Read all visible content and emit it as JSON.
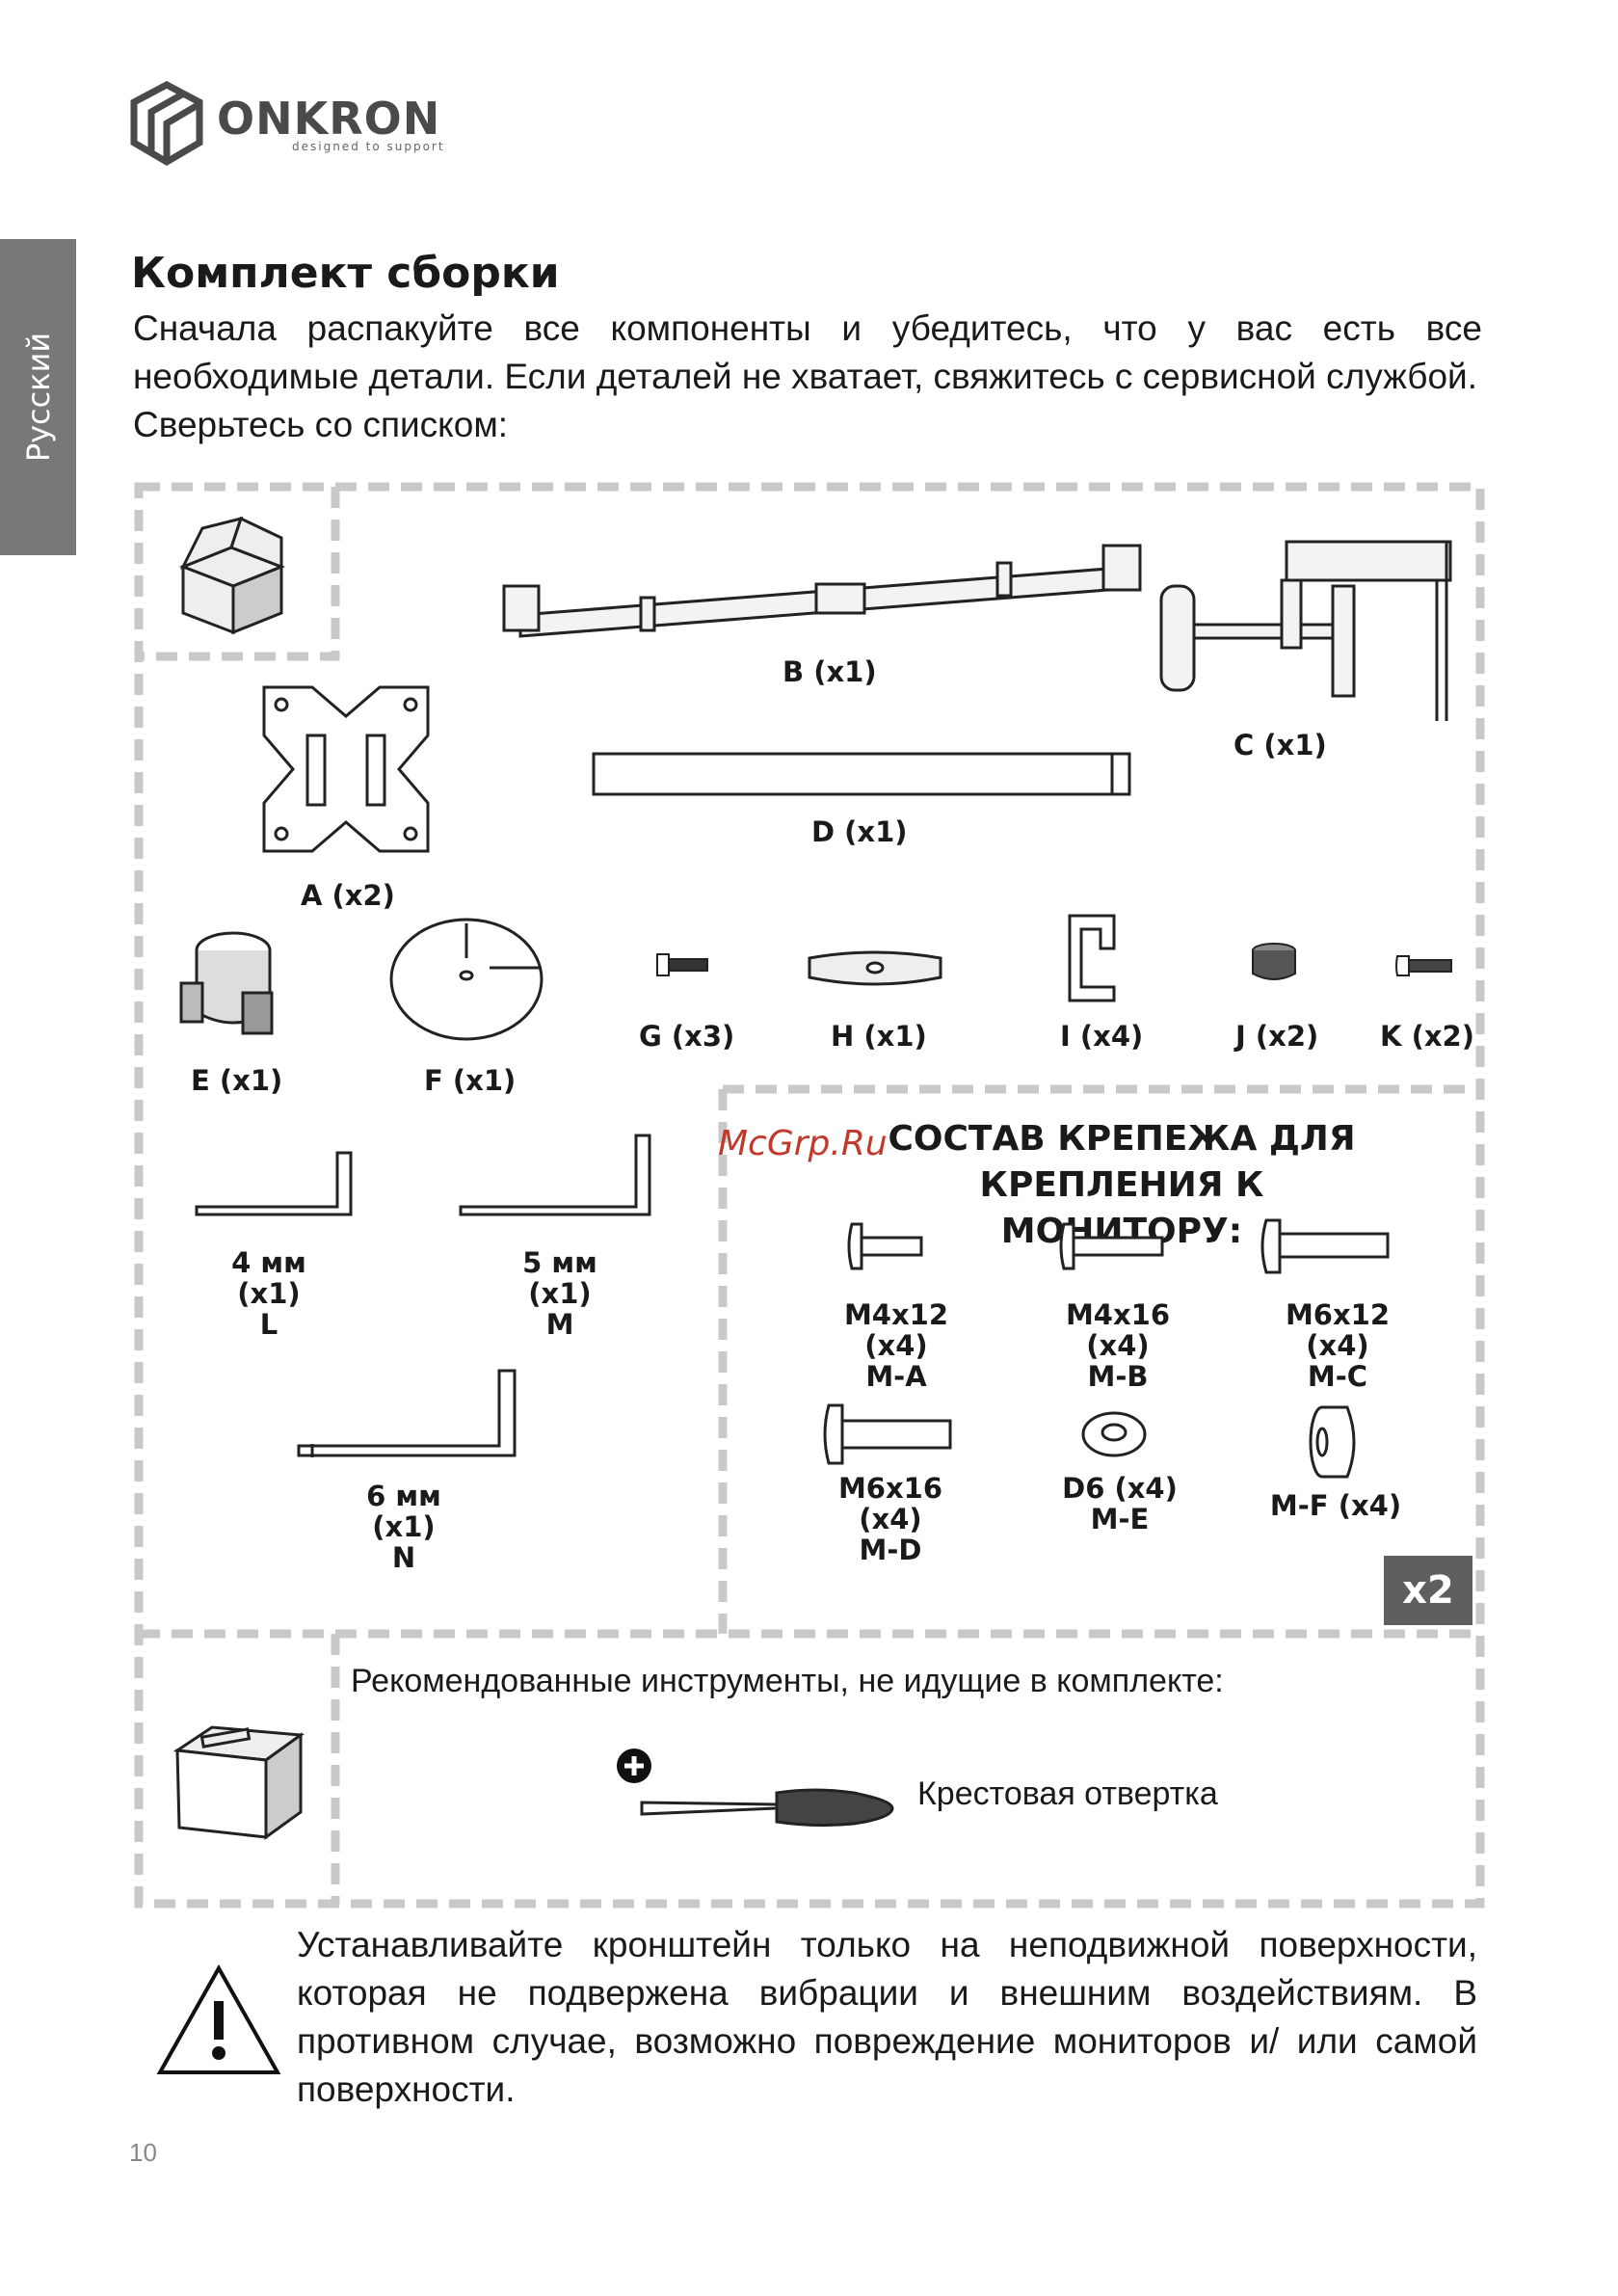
{
  "brand": {
    "name": "ONKRON",
    "tagline": "designed to support"
  },
  "language_tab": "Русский",
  "section_title": "Комплект сборки",
  "intro_text": "Сначала распакуйте все компоненты и убедитесь, что у вас есть все необходимые детали. Если деталей не хватает, свяжитесь с сервисной службой.",
  "intro_last_line": "Сверьтесь со списком:",
  "parts": {
    "B": "B (x1)",
    "C": "C (x1)",
    "A": "A (x2)",
    "D": "D (x1)",
    "E": "E (x1)",
    "F": "F (x1)",
    "G": "G (x3)",
    "H": "H (x1)",
    "I": "I (x4)",
    "J": "J (x2)",
    "K": "K (x2)",
    "L_size": "4 мм (x1)",
    "L_code": "L",
    "M_size": "5 мм (x1)",
    "M_code": "M",
    "N_size": "6 мм (x1)",
    "N_code": "N"
  },
  "hardware": {
    "title_line1": "СОСТАВ КРЕПЕЖА ДЛЯ",
    "title_line2": "КРЕПЛЕНИЯ К МОНИТОРУ:",
    "watermark": "McGrp.Ru",
    "items": [
      {
        "size": "M4x12 (x4)",
        "code": "M-A"
      },
      {
        "size": "M4x16 (x4)",
        "code": "M-B"
      },
      {
        "size": "M6x12 (x4)",
        "code": "M-C"
      },
      {
        "size": "M6x16 (x4)",
        "code": "M-D"
      },
      {
        "size": "D6 (x4)",
        "code": "M-E"
      },
      {
        "size": "M-F (x4)",
        "code": ""
      }
    ],
    "multiplier": "x2"
  },
  "tools": {
    "title": "Рекомендованные инструменты, не идущие в комплекте:",
    "screwdriver": "Крестовая отвертка"
  },
  "warning_text": "Устанавливайте кронштейн только на неподвижной поверхности, которая не подвержена вибрации и внешним воздействиям. В противном случае, возможно повреждение мониторов и/ или самой поверхности.",
  "page_number": "10",
  "colors": {
    "dashed_border": "#c9c9c9",
    "side_tab": "#787878",
    "watermark": "#c0392b",
    "x2_badge": "#5f5f5f"
  }
}
